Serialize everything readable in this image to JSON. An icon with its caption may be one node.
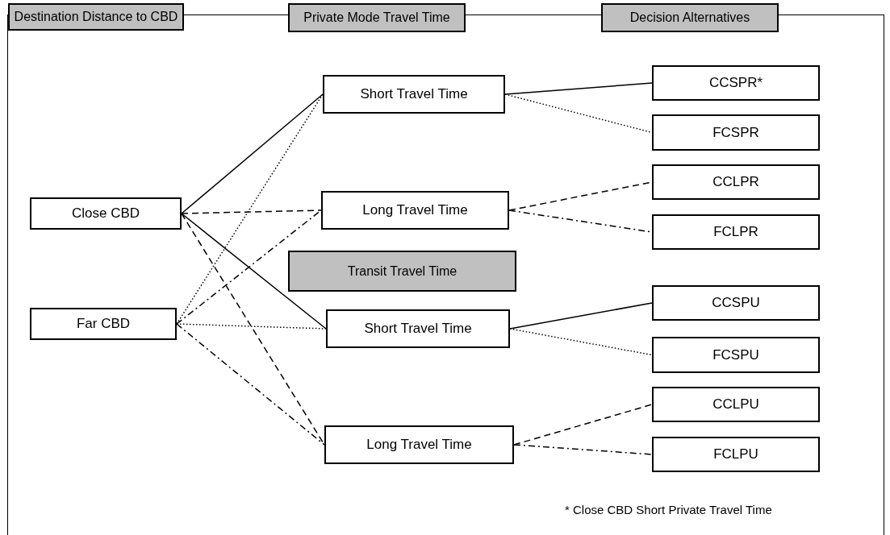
{
  "diagram": {
    "nodes": [
      {
        "text": [
          "Destination Distance to CBD"
        ]
      },
      {
        "text": [
          "Private Mode Travel Time"
        ]
      },
      {
        "text": [
          "Decision Alternatives"
        ]
      },
      {
        "text": [
          "Close CBD"
        ]
      },
      {
        "text": [
          "Far CBD"
        ]
      },
      {
        "text": [
          "Short Travel Time"
        ]
      },
      {
        "text": [
          "Long Travel Time"
        ]
      },
      {
        "text": [
          "Transit Travel Time"
        ]
      },
      {
        "text": [
          "Short Travel Time"
        ]
      },
      {
        "text": [
          "Long Travel Time"
        ]
      },
      {
        "text": [
          "CCSPR*"
        ]
      },
      {
        "text": [
          "FCSPR"
        ]
      },
      {
        "text": [
          "CCLPR"
        ]
      },
      {
        "text": [
          "FCLPR"
        ]
      },
      {
        "text": [
          "CCSPU"
        ]
      },
      {
        "text": [
          "FCSPU"
        ]
      },
      {
        "text": [
          "CCLPU"
        ]
      },
      {
        "text": [
          "FCLPU"
        ]
      }
    ],
    "edges": [
      {
        "from": 3,
        "to": 5,
        "arrow": "none"
      },
      {
        "from": 3,
        "to": 6,
        "arrow": "none",
        "style": "dashed"
      },
      {
        "from": 3,
        "to": 8,
        "arrow": "none"
      },
      {
        "from": 3,
        "to": 9,
        "arrow": "none",
        "style": "dashed"
      },
      {
        "from": 4,
        "to": 5,
        "arrow": "none",
        "style": "dashed"
      },
      {
        "from": 4,
        "to": 6,
        "arrow": "none",
        "style": "dashed"
      },
      {
        "from": 4,
        "to": 8,
        "arrow": "none",
        "style": "dashed"
      },
      {
        "from": 4,
        "to": 9,
        "arrow": "none",
        "style": "dashed"
      },
      {
        "from": 5,
        "to": 10,
        "arrow": "none"
      },
      {
        "from": 5,
        "to": 11,
        "arrow": "none",
        "style": "dashed"
      },
      {
        "from": 6,
        "to": 12,
        "arrow": "none",
        "style": "dashed"
      },
      {
        "from": 6,
        "to": 13,
        "arrow": "none",
        "style": "dashed"
      },
      {
        "from": 8,
        "to": 14,
        "arrow": "none"
      },
      {
        "from": 8,
        "to": 15,
        "arrow": "none",
        "style": "dashed"
      },
      {
        "from": 9,
        "to": 16,
        "arrow": "none",
        "style": "dashed"
      },
      {
        "from": 9,
        "to": 17,
        "arrow": "none",
        "style": "dashed"
      }
    ],
    "labels": [
      "* Close CBD Short Private Travel Time"
    ]
  }
}
